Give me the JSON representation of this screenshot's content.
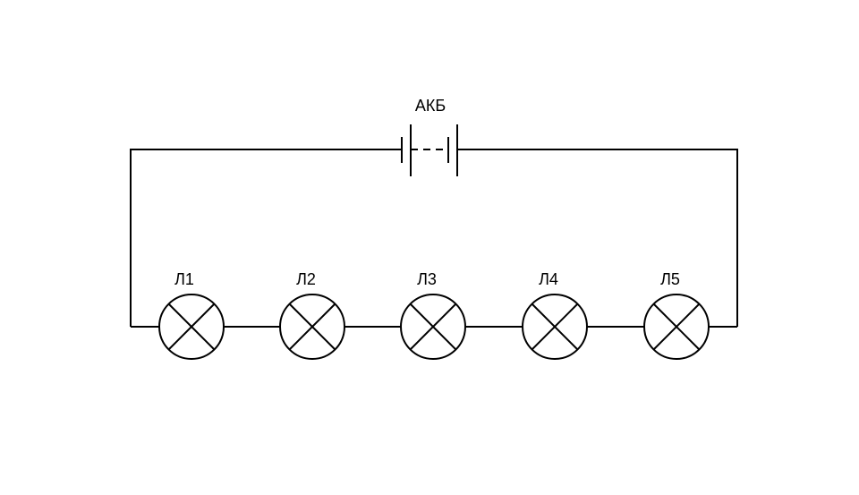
{
  "battery": {
    "label": "АКБ"
  },
  "lamps": [
    {
      "label": "Л1"
    },
    {
      "label": "Л2"
    },
    {
      "label": "Л3"
    },
    {
      "label": "Л4"
    },
    {
      "label": "Л5"
    }
  ],
  "colors": {
    "stroke": "#000000",
    "background": "#ffffff"
  }
}
